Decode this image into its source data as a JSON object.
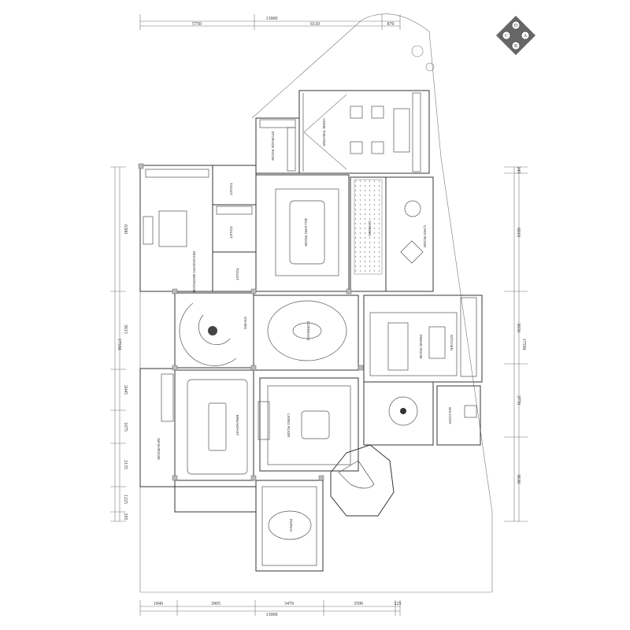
{
  "dimensions": {
    "top": [
      "5750",
      "6110",
      "870"
    ],
    "top_total": "13000",
    "bottom": [
      "1840",
      "3905",
      "3470",
      "3590",
      "225"
    ],
    "bottom_total": "13000",
    "left": [
      "6300",
      "3615",
      "2045",
      "1675",
      "2135",
      "1225",
      "295"
    ],
    "left_total": "17590",
    "right": [
      "245",
      "6010",
      "3650",
      "3770",
      "3630"
    ],
    "right_total": "17590"
  },
  "compass": {
    "letters": [
      "D",
      "A",
      "C",
      "B"
    ]
  },
  "rooms": {
    "storage": "STORAGE ROOM",
    "theater": "HOME THEATER",
    "billiard": "BILLIARD ROOM",
    "garden": "GARDEN",
    "card": "CARD ROOM",
    "toilet1": "TOILET",
    "toilet2": "TOILET",
    "toilet3": "TOILET",
    "bedroom": "SECONDARY BEDROOM",
    "stairs": "STAIRS",
    "corridor": "CORRIDOR",
    "dining": "DINING ROOM",
    "kitchen": "KITCHEN",
    "balcony": "BALCONY",
    "breakfast": "BREAKFAST",
    "washroom": "WASHROOM",
    "living": "LIVING ROOM",
    "porch": "PORCH"
  }
}
